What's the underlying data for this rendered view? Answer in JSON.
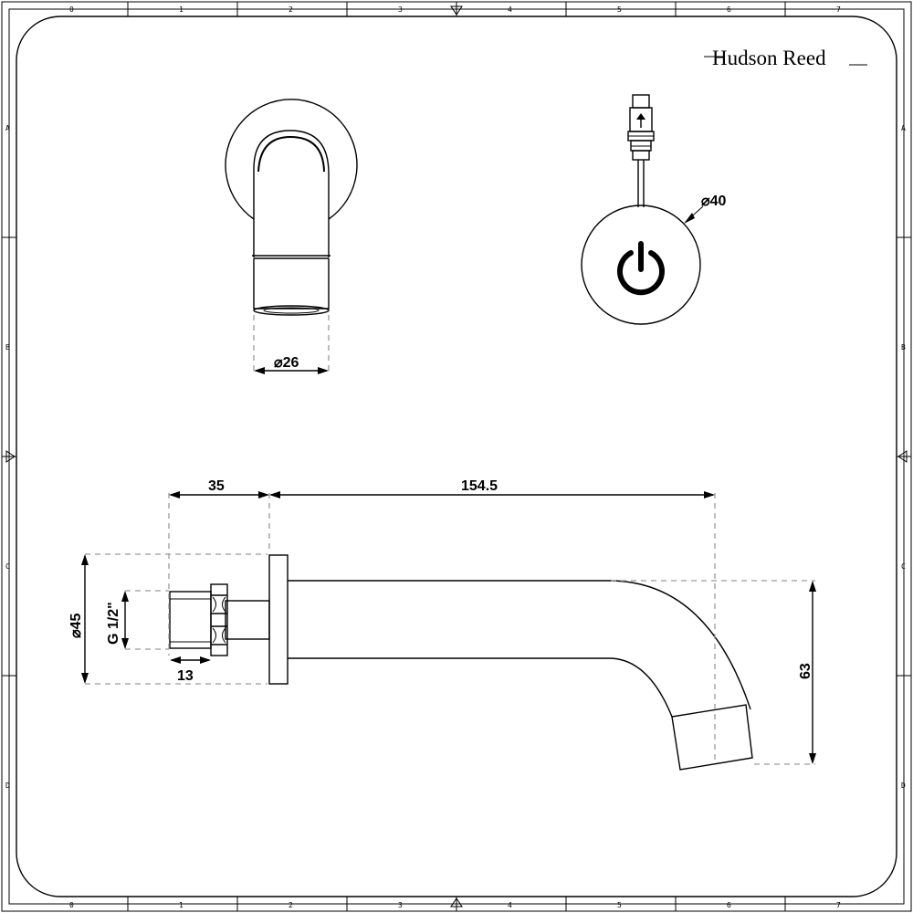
{
  "brand": {
    "name": "Hudson Reed"
  },
  "frame": {
    "column_labels": [
      "0",
      "1",
      "2",
      "3",
      "4",
      "5",
      "6",
      "7"
    ],
    "row_labels": [
      "A",
      "B",
      "C",
      "D"
    ]
  },
  "dimensions": {
    "spout_diameter": "⌀26",
    "sensor_diameter": "⌀40",
    "backplate_to_wall": "35",
    "spout_projection": "154.5",
    "backplate_diameter": "⌀45",
    "thread_size": "G 1/2\"",
    "thread_length": "13",
    "spout_height": "63"
  }
}
